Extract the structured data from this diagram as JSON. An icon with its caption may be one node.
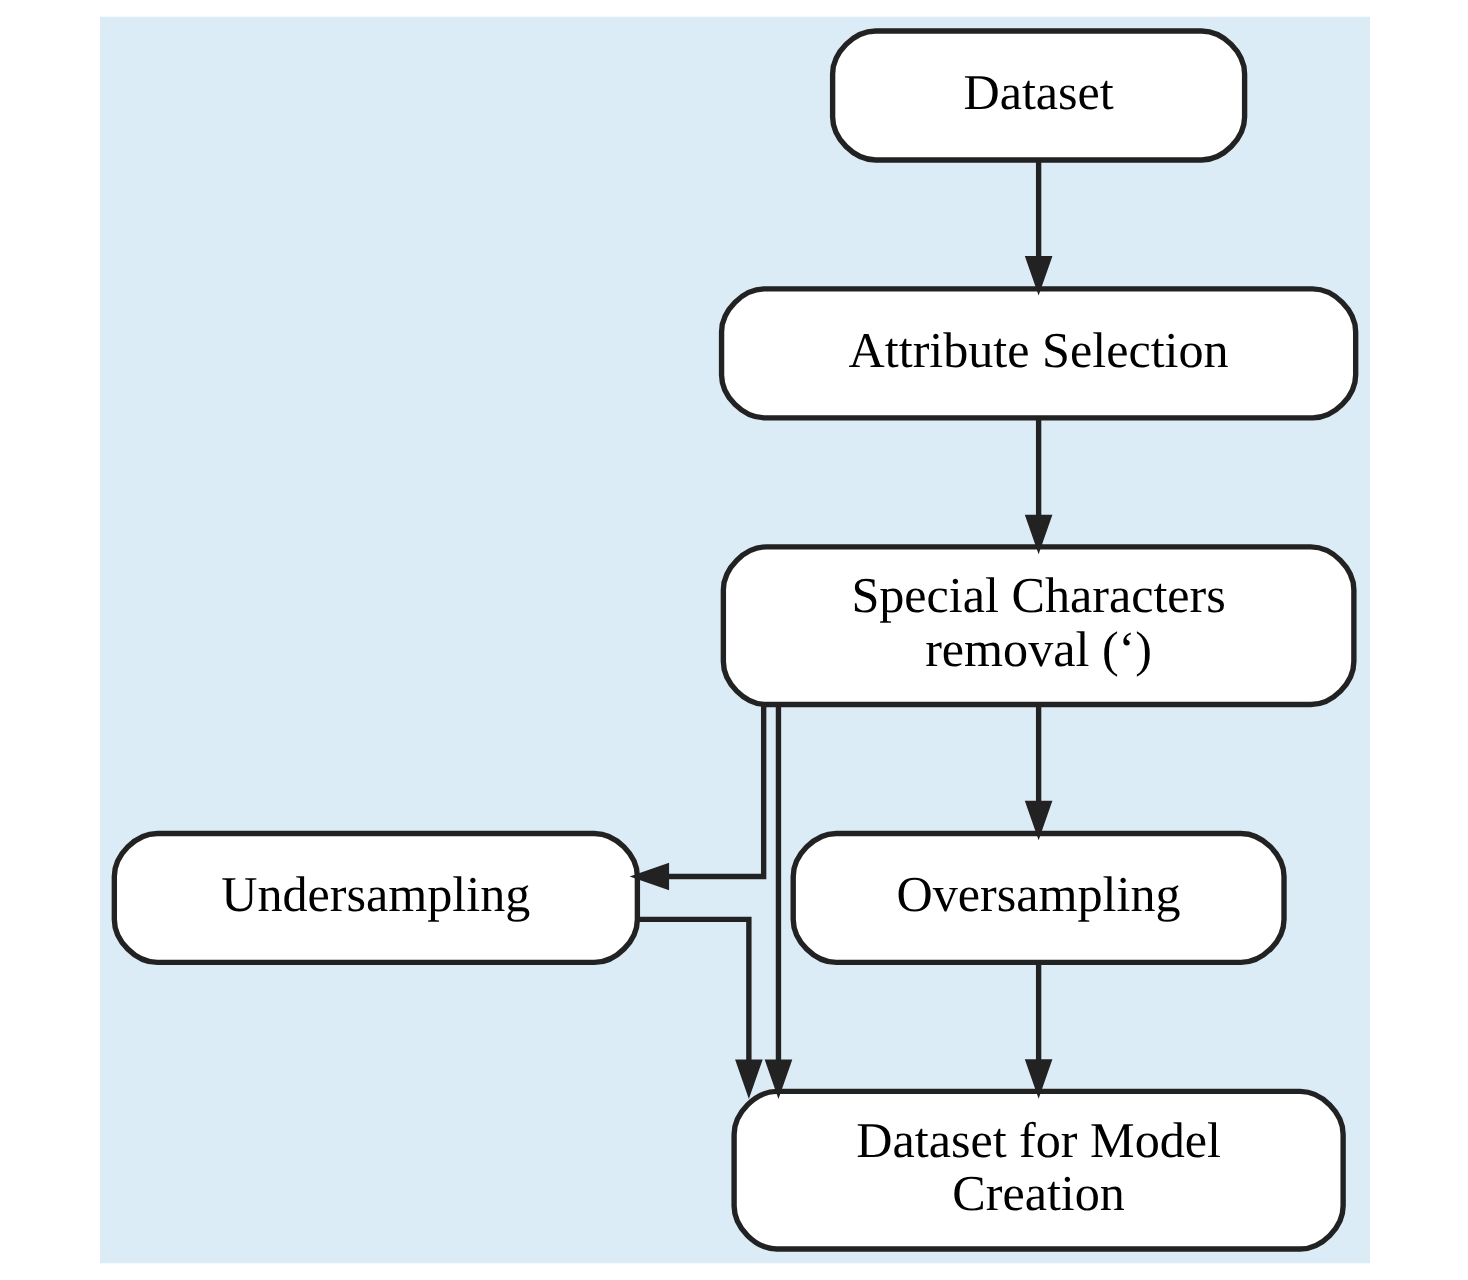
{
  "diagram": {
    "nodes": [
      {
        "text": [
          "Dataset"
        ]
      },
      {
        "text": [
          "Attribute Selection"
        ]
      },
      {
        "text": [
          "Special Characters removal (‘)"
        ]
      },
      {
        "text": [
          "Undersampling"
        ]
      },
      {
        "text": [
          "Oversampling"
        ]
      },
      {
        "text": [
          "Dataset for Model Creation"
        ]
      }
    ],
    "edges": [
      {
        "from": 0,
        "to": 1,
        "arrow": "to"
      },
      {
        "from": 1,
        "to": 2,
        "arrow": "to"
      },
      {
        "from": 2,
        "to": 3,
        "arrow": "to"
      },
      {
        "from": 2,
        "to": 4,
        "arrow": "to"
      },
      {
        "from": 2,
        "to": 5,
        "arrow": "to"
      },
      {
        "from": 3,
        "to": 5,
        "arrow": "to"
      },
      {
        "from": 4,
        "to": 5,
        "arrow": "to"
      }
    ]
  }
}
